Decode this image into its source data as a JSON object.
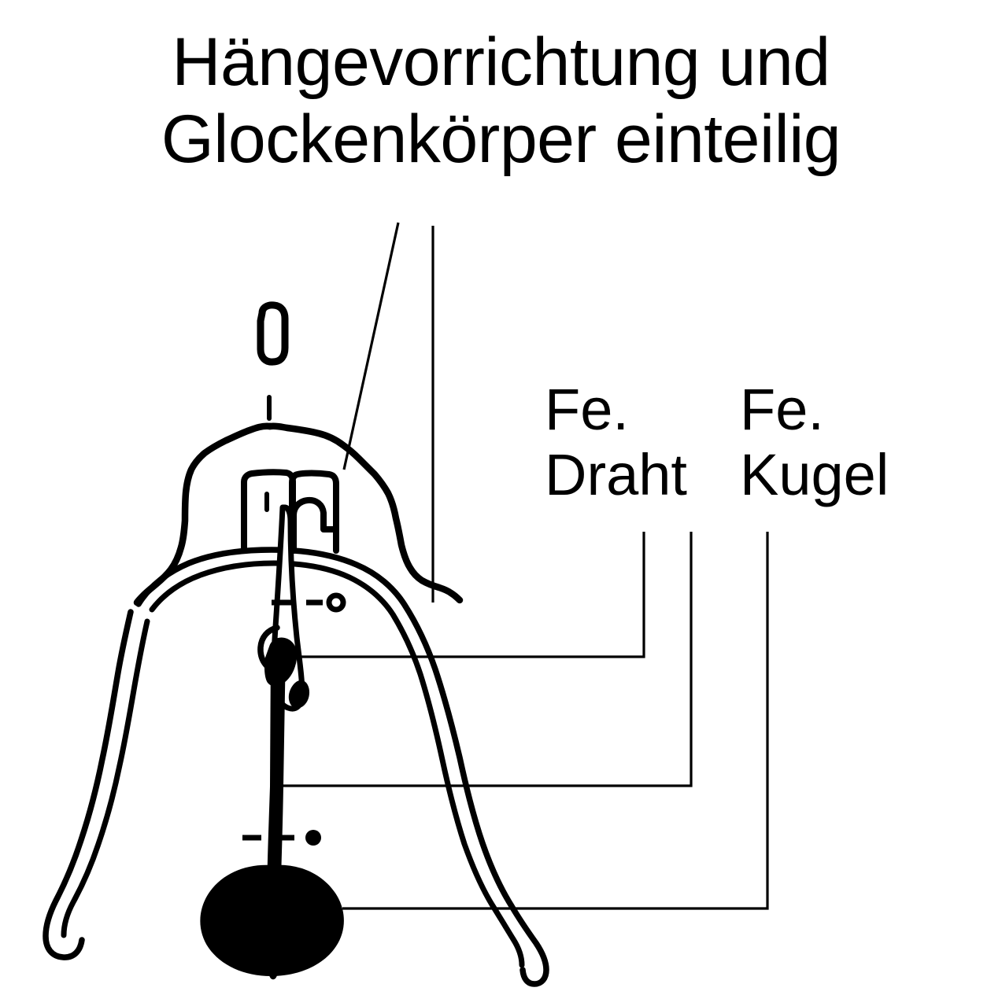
{
  "title": {
    "line1": "Hängevorrichtung und",
    "line2": "Glockenkörper einteilig"
  },
  "callouts": [
    {
      "id": "fe-draht",
      "material": "Fe.",
      "part": "Draht",
      "leader_lines": 2
    },
    {
      "id": "fe-kugel",
      "material": "Fe.",
      "part": "Kugel",
      "leader_lines": 1
    }
  ],
  "labels": {
    "fe_draht_top": "Fe.",
    "fe_draht_bottom": "Draht",
    "fe_kugel_top": "Fe.",
    "fe_kugel_bottom": "Kugel"
  },
  "diagram": {
    "name": "bell-cross-section",
    "description": "Technische Zeichnung einer Glocke mit Hängevorrichtung, Drahtklöppel und Kugel",
    "parts": [
      "suspension-loop",
      "bell-crown",
      "bell-body",
      "clapper-wire",
      "clapper-ball"
    ],
    "markers": [
      {
        "name": "hollow-circle-marker",
        "style": "dash-dash-open-circle"
      },
      {
        "name": "filled-dot-marker",
        "style": "dash-dash-filled-dot"
      }
    ]
  },
  "colors": {
    "ink": "#000000",
    "paper": "#ffffff"
  }
}
